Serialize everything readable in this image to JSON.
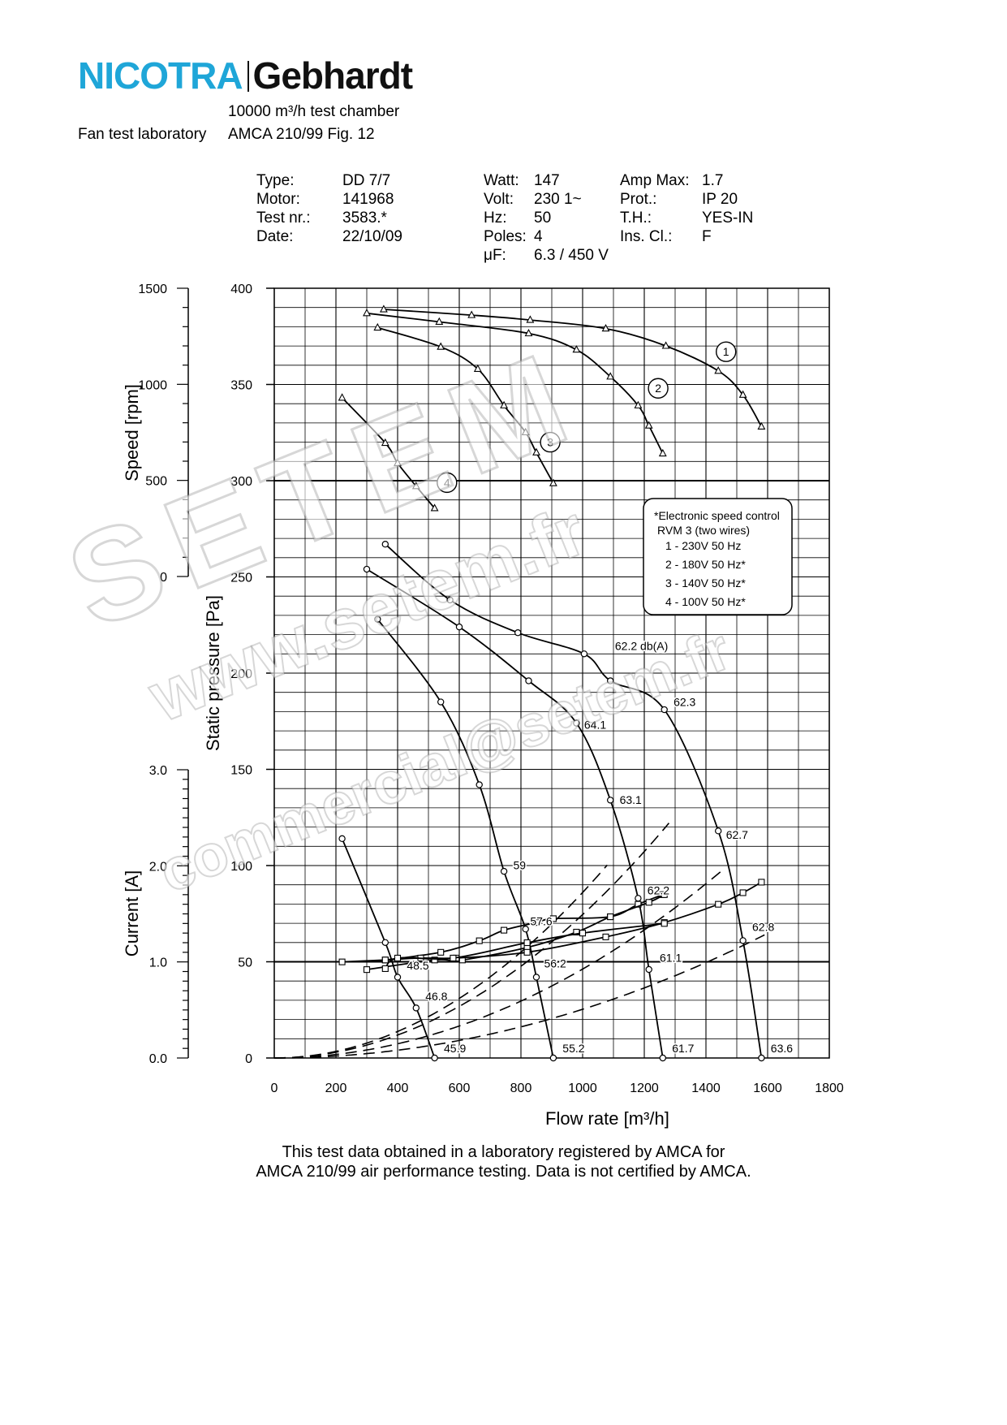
{
  "logo": {
    "left": "NICOTRA",
    "right": "Gebhardt"
  },
  "header": {
    "chamber": "10000 m³/h test chamber",
    "lab_label": "Fan test laboratory",
    "standard": "AMCA 210/99 Fig. 12"
  },
  "specs": {
    "col1": [
      {
        "label": "Type:",
        "value": "DD 7/7"
      },
      {
        "label": "Motor:",
        "value": "141968"
      },
      {
        "label": "Test nr.:",
        "value": "3583.*"
      },
      {
        "label": "Date:",
        "value": "22/10/09"
      }
    ],
    "col2": [
      {
        "label": "Watt:",
        "value": "147"
      },
      {
        "label": "Volt:",
        "value": "230 1~"
      },
      {
        "label": "Hz:",
        "value": "50"
      },
      {
        "label": "Poles:",
        "value": "4"
      },
      {
        "label": "μF:",
        "value": "6.3 / 450 V"
      }
    ],
    "col3": [
      {
        "label": "Amp Max:",
        "value": "1.7"
      },
      {
        "label": "Prot.:",
        "value": "IP 20"
      },
      {
        "label": "T.H.:",
        "value": "YES-IN"
      },
      {
        "label": "Ins. Cl.:",
        "value": "F"
      }
    ]
  },
  "legend": {
    "title": "*Electronic speed control",
    "subtitle": "RVM 3 (two wires)",
    "items": [
      "1 - 230V 50 Hz",
      "2 - 180V 50 Hz*",
      "3 - 140V 50 Hz*",
      "4 - 100V 50 Hz*"
    ]
  },
  "watermark": {
    "main": "SETEM",
    "url": "www.setem.fr",
    "email": "commercial@setem.fr"
  },
  "footer": {
    "line1": "This test data obtained in a laboratory registered by AMCA for",
    "line2": "AMCA 210/99 air performance testing. Data is not certified by AMCA."
  },
  "chart_data": {
    "type": "line",
    "xlabel": "Flow rate [m³/h]",
    "ylabel": "Static pressure [Pa]",
    "speed_label": "Speed [rpm]",
    "current_label": "Current [A]",
    "xlim": [
      0,
      1800
    ],
    "ylim": [
      0,
      400
    ],
    "x_ticks": [
      0,
      200,
      400,
      600,
      800,
      1000,
      1200,
      1400,
      1600,
      1800
    ],
    "y_ticks": [
      0,
      50,
      100,
      150,
      200,
      250,
      300,
      350,
      400
    ],
    "speed_ticks": [
      0,
      500,
      1000,
      1500
    ],
    "current_ticks": [
      0.0,
      1.0,
      2.0,
      3.0
    ],
    "grid": true,
    "pressure_series": [
      {
        "name": "1",
        "x": [
          360,
          570,
          790,
          1005,
          1090,
          1265,
          1440,
          1520,
          1580
        ],
        "y": [
          267,
          238,
          221,
          210,
          196,
          181,
          118,
          61,
          0
        ]
      },
      {
        "name": "2",
        "x": [
          300,
          600,
          825,
          980,
          1090,
          1180,
          1215,
          1260
        ],
        "y": [
          254,
          224,
          196,
          174,
          134,
          83,
          46,
          0
        ]
      },
      {
        "name": "3",
        "x": [
          335,
          540,
          665,
          745,
          815,
          850,
          905
        ],
        "y": [
          228,
          185,
          142,
          97,
          67,
          42,
          0
        ]
      },
      {
        "name": "4",
        "x": [
          220,
          360,
          400,
          460,
          520
        ],
        "y": [
          114,
          60,
          42,
          26,
          0
        ]
      }
    ],
    "speed_series": [
      {
        "name": "1",
        "x": [
          355,
          640,
          830,
          1075,
          1270,
          1440,
          1520,
          1580
        ],
        "y": [
          1390,
          1360,
          1335,
          1290,
          1200,
          1070,
          945,
          780
        ]
      },
      {
        "name": "2",
        "x": [
          300,
          535,
          825,
          980,
          1090,
          1180,
          1215,
          1260
        ],
        "y": [
          1370,
          1325,
          1265,
          1180,
          1040,
          890,
          785,
          640
        ]
      },
      {
        "name": "3",
        "x": [
          335,
          540,
          660,
          745,
          815,
          850,
          905
        ],
        "y": [
          1295,
          1195,
          1080,
          890,
          750,
          645,
          485
        ]
      },
      {
        "name": "4",
        "x": [
          220,
          360,
          400,
          460,
          520
        ],
        "y": [
          930,
          695,
          590,
          470,
          355
        ]
      }
    ],
    "current_series": [
      {
        "name": "1",
        "x": [
          360,
          540,
          665,
          745,
          850,
          905,
          1090,
          1180,
          1260
        ],
        "y": [
          1.02,
          1.1,
          1.22,
          1.33,
          1.41,
          1.45,
          1.47,
          1.6,
          1.7
        ]
      },
      {
        "name": "2",
        "x": [
          300,
          520,
          610,
          820,
          980,
          1090,
          1215,
          1265
        ],
        "y": [
          0.92,
          1.02,
          1.02,
          1.15,
          1.31,
          1.47,
          1.62,
          1.7
        ]
      },
      {
        "name": "3",
        "x": [
          220,
          360,
          475,
          590,
          820,
          1075,
          1265,
          1440,
          1520,
          1580
        ],
        "y": [
          1.0,
          1.02,
          1.04,
          1.04,
          1.1,
          1.26,
          1.41,
          1.6,
          1.72,
          1.83
        ]
      },
      {
        "name": "4",
        "x": [
          360,
          400,
          580,
          820,
          1000,
          1265
        ],
        "y": [
          0.93,
          1.04,
          1.04,
          1.2,
          1.3,
          1.4
        ]
      }
    ],
    "noise_lines": [
      {
        "k": 8.6e-05,
        "xend": 1080
      },
      {
        "k": 7.45e-05,
        "xend": 1280
      },
      {
        "k": 4.62e-05,
        "xend": 1450
      },
      {
        "k": 2.53e-05,
        "xend": 1590
      }
    ],
    "noise_labels": [
      {
        "text": "62.2 db(A)",
        "x": 1105,
        "y": 212
      },
      {
        "text": "62.3",
        "x": 1295,
        "y": 183
      },
      {
        "text": "64.1",
        "x": 1005,
        "y": 171
      },
      {
        "text": "63.1",
        "x": 1120,
        "y": 132
      },
      {
        "text": "62.7",
        "x": 1465,
        "y": 114
      },
      {
        "text": "59",
        "x": 775,
        "y": 98
      },
      {
        "text": "62.2",
        "x": 1210,
        "y": 85
      },
      {
        "text": "57.6",
        "x": 830,
        "y": 69
      },
      {
        "text": "62.8",
        "x": 1550,
        "y": 66
      },
      {
        "text": "48.5",
        "x": 430,
        "y": 46
      },
      {
        "text": "56.2",
        "x": 875,
        "y": 47
      },
      {
        "text": "61.1",
        "x": 1250,
        "y": 50
      },
      {
        "text": "46.8",
        "x": 490,
        "y": 30
      },
      {
        "text": "45.9",
        "x": 550,
        "y": 3
      },
      {
        "text": "55.2",
        "x": 935,
        "y": 3
      },
      {
        "text": "61.7",
        "x": 1290,
        "y": 3
      },
      {
        "text": "63.6",
        "x": 1610,
        "y": 3
      }
    ],
    "curve_labels": [
      {
        "text": "1",
        "x": 1465,
        "y": 367
      },
      {
        "text": "2",
        "x": 1245,
        "y": 348
      },
      {
        "text": "3",
        "x": 895,
        "y": 320
      },
      {
        "text": "4",
        "x": 560,
        "y": 299
      }
    ]
  }
}
